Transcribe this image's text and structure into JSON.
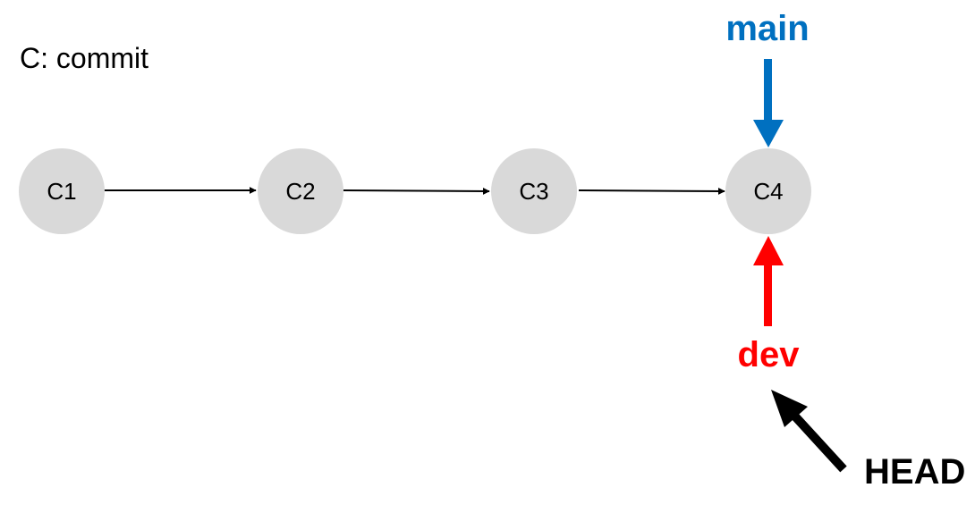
{
  "legend": "C: commit",
  "commits": [
    "C1",
    "C2",
    "C3",
    "C4"
  ],
  "branches": {
    "main": {
      "label": "main",
      "color": "#0070C0"
    },
    "dev": {
      "label": "dev",
      "color": "#FF0000"
    }
  },
  "head": {
    "label": "HEAD",
    "color": "#000000"
  },
  "style": {
    "node_fill": "#D9D9D9",
    "edge_color": "#000000"
  }
}
